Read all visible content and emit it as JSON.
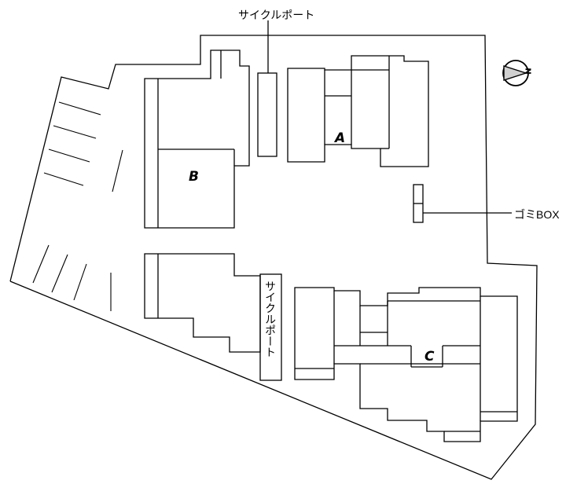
{
  "labels": {
    "building_a": "A",
    "building_b": "B",
    "building_c": "C",
    "cycle_port_top": "サイクルポート",
    "cycle_port_side": "サイクルポート",
    "garbage_box": "ゴミBOX",
    "north_mark": "N"
  }
}
